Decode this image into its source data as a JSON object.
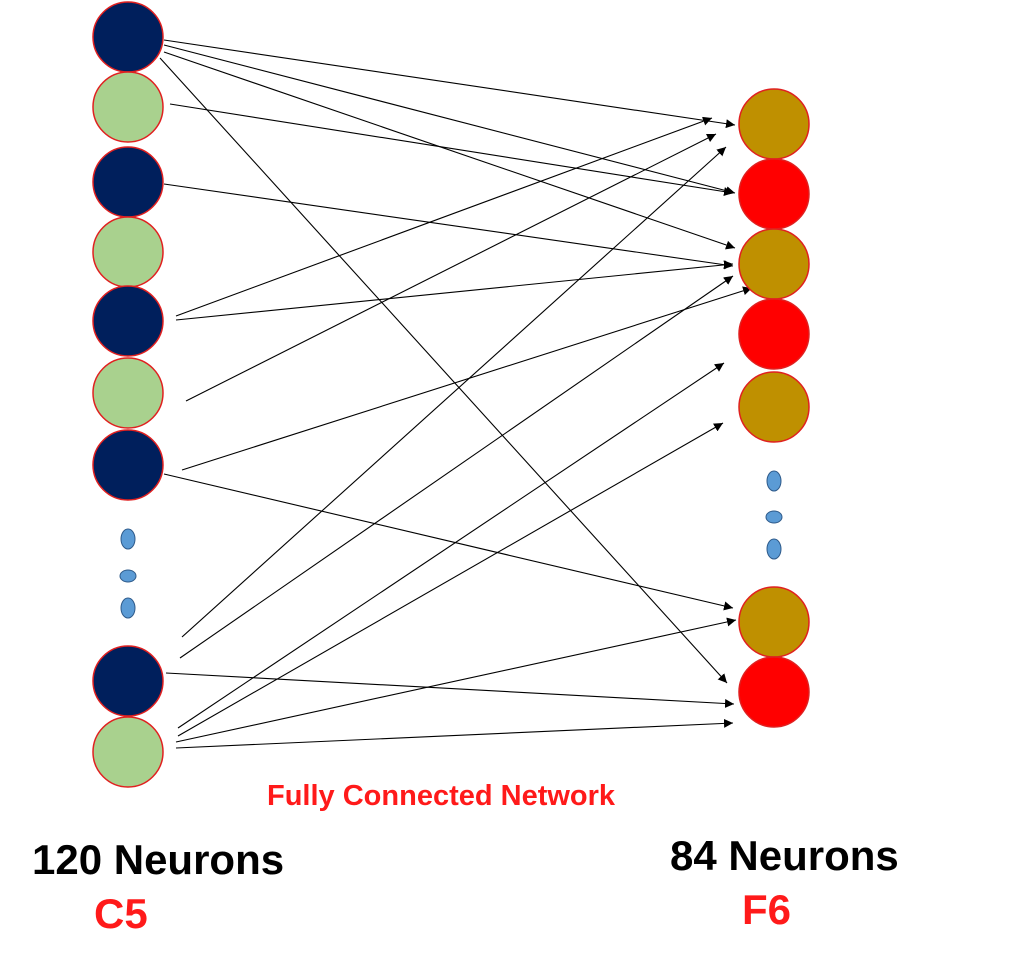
{
  "diagram": {
    "title": "Fully Connected Network",
    "left_layer": {
      "count_label": "120 Neurons",
      "name": "C5"
    },
    "right_layer": {
      "count_label": "84 Neurons",
      "name": "F6"
    },
    "colors": {
      "left_dark": "#001f5c",
      "left_light": "#a9d18e",
      "right_gold": "#bf9000",
      "right_red": "#ff0000",
      "outline": "#e02020",
      "ellipsis": "#5b9bd5",
      "edge": "#000000"
    }
  }
}
